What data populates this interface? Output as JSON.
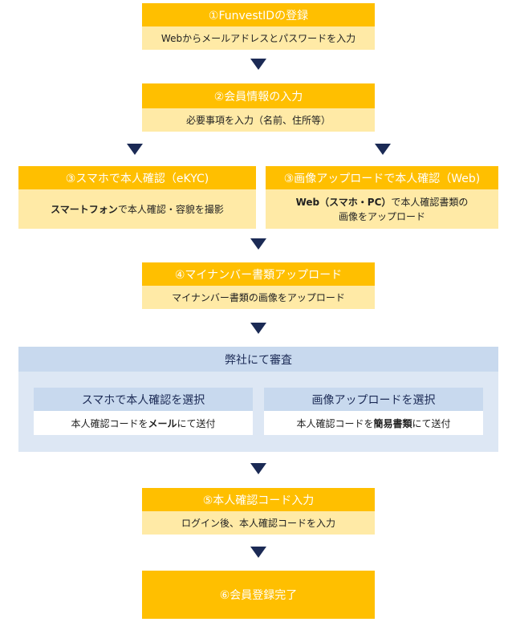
{
  "steps": {
    "s1": {
      "title": "①FunvestIDの登録",
      "desc": "Webからメールアドレスとパスワードを入力"
    },
    "s2": {
      "title": "②会員情報の入力",
      "desc": "必要事項を入力（名前、住所等）"
    },
    "s3a": {
      "title": "③スマホで本人確認（eKYC)",
      "desc_bold": "スマートフォン",
      "desc_rest": "で本人確認・容貌を撮影"
    },
    "s3b": {
      "title": "③画像アップロードで本人確認（Web)",
      "desc_bold": "Web（スマホ・PC）",
      "desc_rest": "で本人確認書類の",
      "desc_line2": "画像をアップロード"
    },
    "s4": {
      "title": "④マイナンバー書類アップロード",
      "desc": "マイナンバー書類の画像をアップロード"
    },
    "review": {
      "title": "弊社にて審査",
      "left_title": "スマホで本人確認を選択",
      "left_pre": "本人確認コードを",
      "left_bold": "メール",
      "left_post": "にて送付",
      "right_title": "画像アップロードを選択",
      "right_pre": "本人確認コードを",
      "right_bold": "簡易書類",
      "right_post": "にて送付"
    },
    "s5": {
      "title": "⑤本人確認コード入力",
      "desc": "ログイン後、本人確認コードを入力"
    },
    "s6": {
      "title": "⑥会員登録完了"
    }
  },
  "colors": {
    "header": "#ffbf00",
    "body": "#ffeaa6",
    "arrow": "#1b2a55",
    "panel": "#dde7f4",
    "panel_header": "#c8d9ee"
  }
}
